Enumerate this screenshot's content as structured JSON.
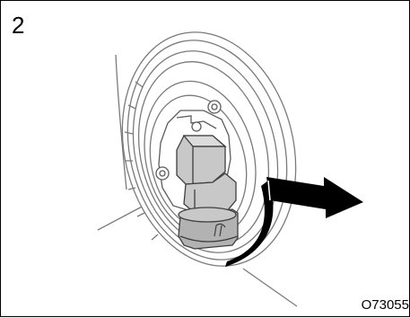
{
  "figure": {
    "step_number": "2",
    "figure_code": "O73055"
  },
  "colors": {
    "line": "#7a7a7a",
    "tire_fill": "#ffffff",
    "tool_fill": "#c8c8c8",
    "tool_face": "#b2b2b2",
    "tool_top": "#dcdcdc",
    "arrow_fill": "#000000"
  },
  "icons": [
    "wheel-illustration",
    "wrench-tool-icon",
    "curved-arrow-icon"
  ]
}
